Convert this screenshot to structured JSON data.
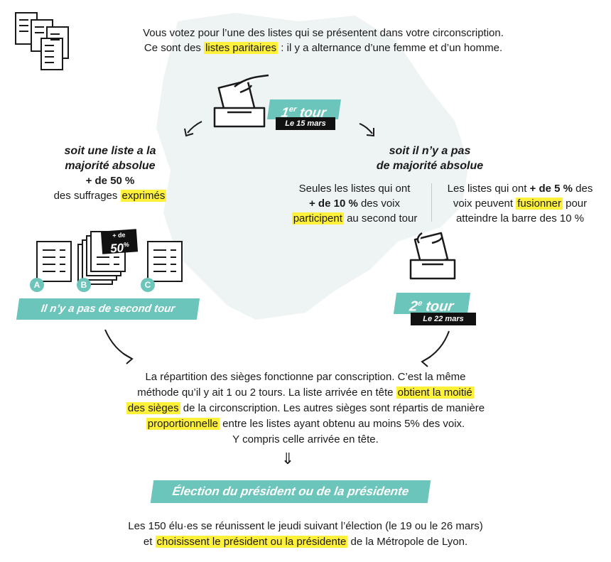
{
  "intro": {
    "line1": "Vous votez pour l’une des listes qui se présentent dans votre circonscription.",
    "line2_pre": "Ce sont des ",
    "line2_hl": "listes paritaires",
    "line2_post": " : il y a alternance d’une femme et d’un homme."
  },
  "round1": {
    "sup": "er",
    "num": "1",
    "word": " tour",
    "date": "Le 15 mars"
  },
  "left_branch": {
    "title_line1": "soit une liste a la",
    "title_line2": "majorité absolue",
    "pct": "+ de 50 %",
    "sub_pre": "des suffrages ",
    "sub_hl": "exprimés"
  },
  "right_branch": {
    "title_line1": "soit il n’y a pas",
    "title_line2": "de majorité absolue",
    "col1_line1": "Seules les listes qui ont",
    "col1_pct": "+ de 10 %",
    "col1_line2_post": " des voix",
    "col1_hl": "participent",
    "col1_line3_post": " au second tour",
    "col2_line1_pre": "Les listes qui ont ",
    "col2_pct": "+ de 5 %",
    "col2_line1_post": " des",
    "col2_line2_pre": "voix peuvent ",
    "col2_hl": "fusionner",
    "col2_line2_post": " pour",
    "col2_line3": "atteindre la barre des 10 %"
  },
  "lists": {
    "a": "A",
    "b": "B",
    "c": "C",
    "badge_small": "+ de",
    "badge_big": "50",
    "badge_pct": "%"
  },
  "no_second_round": "Il n’y a pas de second tour",
  "round2": {
    "num": "2",
    "sup": "e",
    "word": " tour",
    "date": "Le 22 mars"
  },
  "seats": {
    "line1": "La répartition des sièges fonctionne par conscription. C’est la même",
    "line2_pre": "méthode qu’il y ait 1 ou 2 tours. La liste arrivée en tête ",
    "line2_hl": "obtient la moitié",
    "line3_hl": "des sièges",
    "line3_post": " de la circonscription. Les autres sièges sont répartis de manière",
    "line4_hl": "proportionnelle",
    "line4_post": "  entre les listes ayant obtenu au moins 5% des voix.",
    "line5": "Y compris celle arrivée en tête."
  },
  "arrow_glyph": "⇓",
  "president_banner": "Élection du président ou de la  présidente",
  "final": {
    "line1": "Les 150 élu·es se réunissent le jeudi suivant l’élection (le 19 ou le 26 mars)",
    "line2_pre": "et ",
    "line2_hl": "choisissent le président ou la présidente",
    "line2_post": " de la Métropole de Lyon."
  },
  "colors": {
    "accent": "#6cc5bb",
    "highlight": "#fff13a",
    "map": "#eef3f4",
    "ink": "#1a1a1a"
  }
}
